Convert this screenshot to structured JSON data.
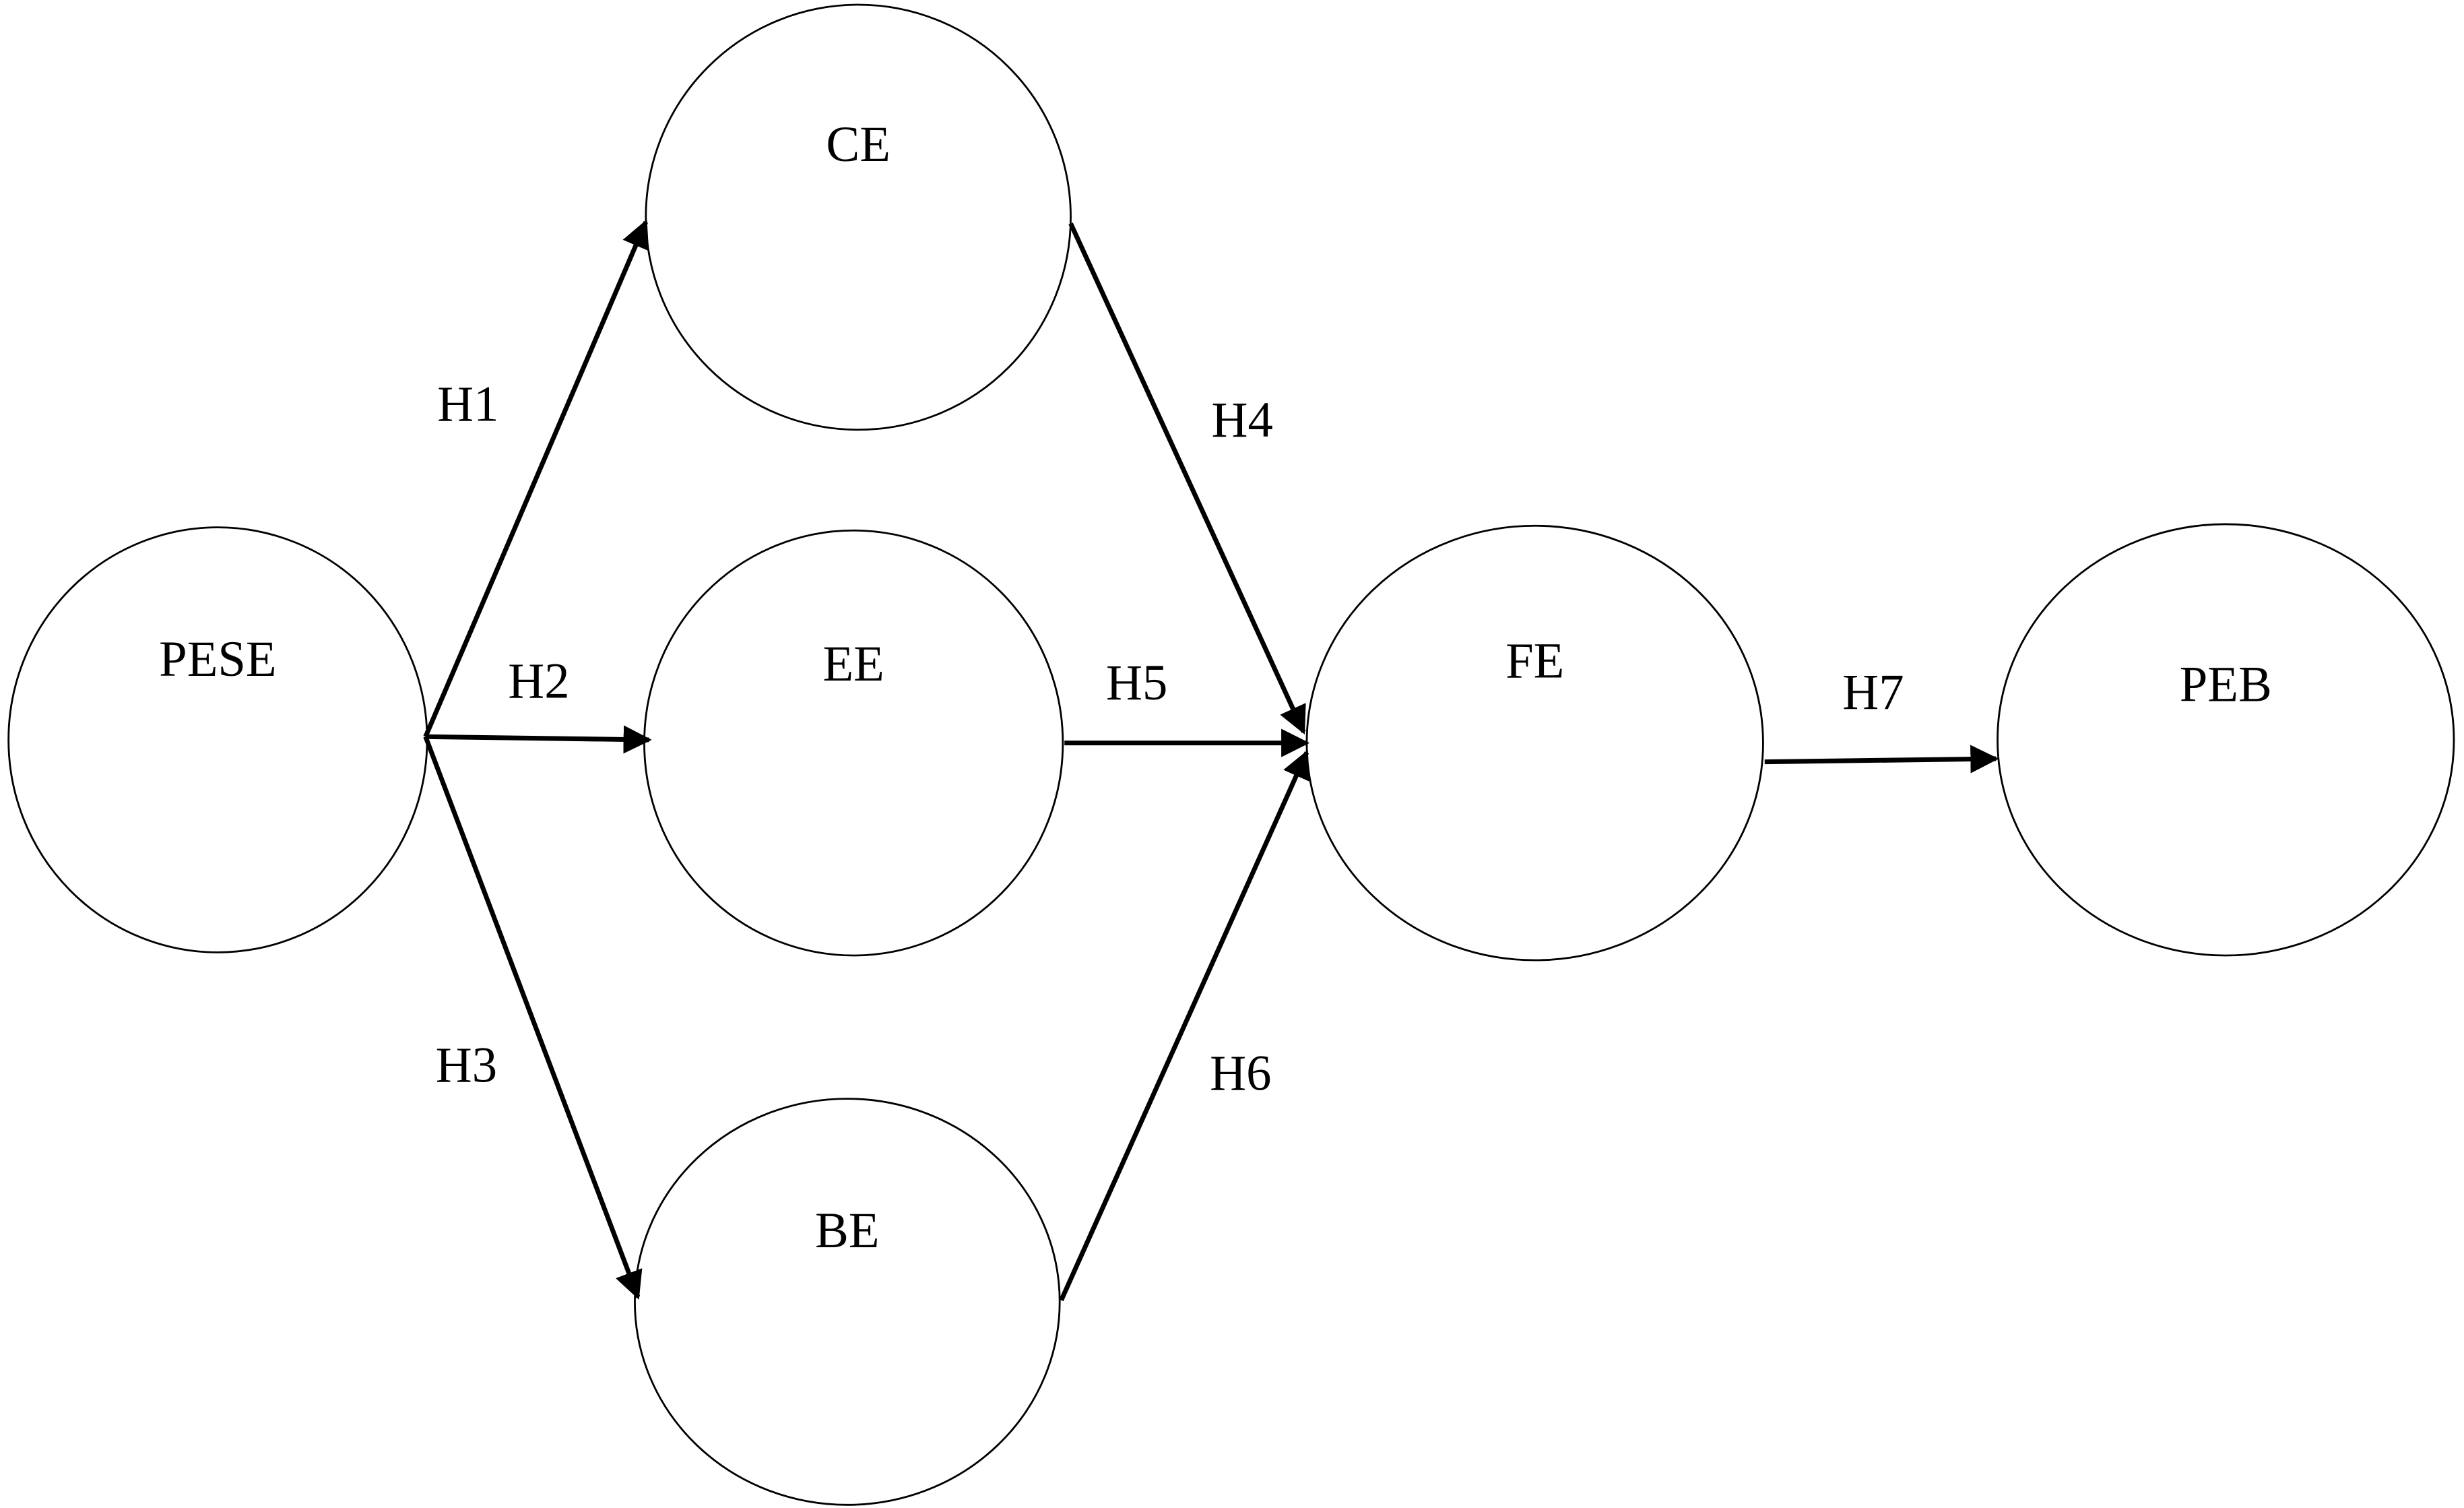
{
  "diagram": {
    "nodes": {
      "pese": "PESE",
      "ce": "CE",
      "ee": "EE",
      "be": "BE",
      "fe": "FE",
      "peb": "PEB"
    },
    "edges": {
      "h1": {
        "label": "H1",
        "from": "PESE",
        "to": "CE"
      },
      "h2": {
        "label": "H2",
        "from": "PESE",
        "to": "EE"
      },
      "h3": {
        "label": "H3",
        "from": "PESE",
        "to": "BE"
      },
      "h4": {
        "label": "H4",
        "from": "CE",
        "to": "FE"
      },
      "h5": {
        "label": "H5",
        "from": "EE",
        "to": "FE"
      },
      "h6": {
        "label": "H6",
        "from": "BE",
        "to": "FE"
      },
      "h7": {
        "label": "H7",
        "from": "FE",
        "to": "PEB"
      }
    }
  }
}
